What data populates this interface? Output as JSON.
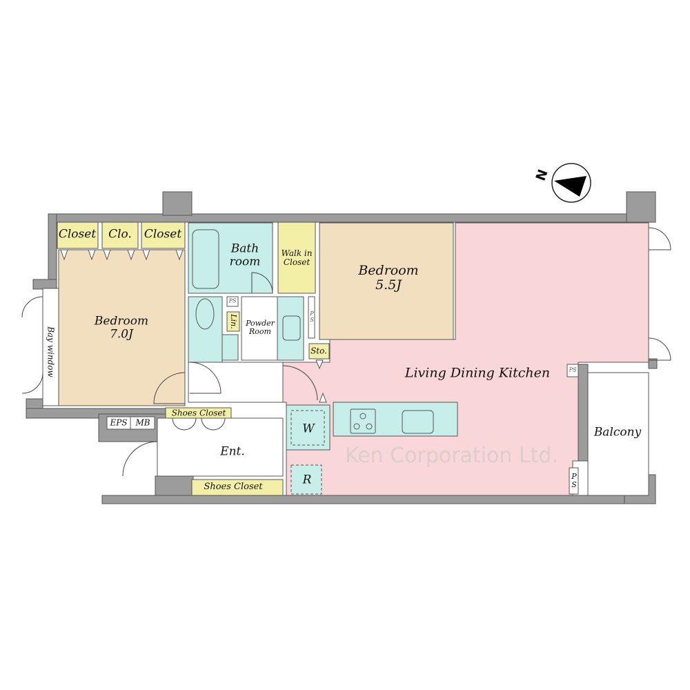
{
  "colors": {
    "wall": "#9c9c9c",
    "bedroom": "#f2dfbf",
    "closet": "#f3efa6",
    "wet": "#c8eeea",
    "ldk": "#f9d6d7",
    "outline": "#555555"
  },
  "compass": {
    "label": "N",
    "icon": "north-arrow-icon"
  },
  "rooms": {
    "closet1": "Closet",
    "closet2": "Clo.",
    "closet3": "Closet",
    "bedroom1_name": "Bedroom",
    "bedroom1_size": "7.0J",
    "bay_window": "Bay window",
    "bath_line1": "Bath",
    "bath_line2": "room",
    "wic_line1": "Walk in",
    "wic_line2": "Closet",
    "bedroom2_name": "Bedroom",
    "bedroom2_size": "5.5J",
    "ps1": "PS",
    "linen": "Lin.",
    "powder_line1": "Powder",
    "powder_line2": "Room",
    "ps2": "P S",
    "storage": "Sto.",
    "ldk": "Living Dining Kitchen",
    "ps3": "PS",
    "ps4": "P S",
    "shoes_closet_top": "Shoes Closet",
    "eps": "EPS",
    "mb": "MB",
    "entrance": "Ent.",
    "shoes_closet_bottom": "Shoes Closet",
    "washer": "W",
    "fridge": "R",
    "balcony": "Balcony"
  },
  "watermark": "Ken Corporation Ltd."
}
